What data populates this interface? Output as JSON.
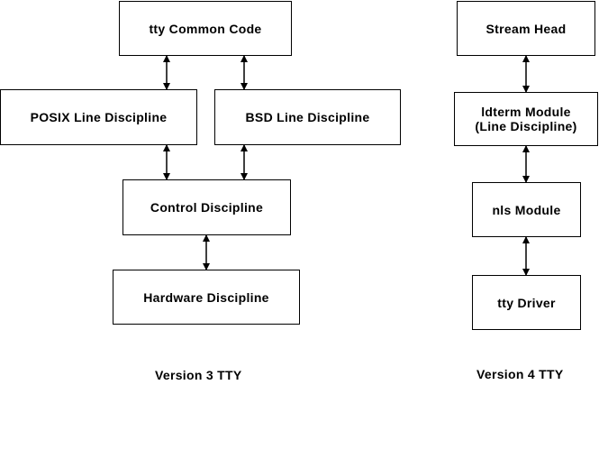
{
  "v3": {
    "tty_common_code": "tty Common Code",
    "posix_line_discipline": "POSIX Line Discipline",
    "bsd_line_discipline": "BSD Line Discipline",
    "control_discipline": "Control Discipline",
    "hardware_discipline": "Hardware Discipline",
    "caption": "Version 3 TTY"
  },
  "v4": {
    "stream_head": "Stream Head",
    "ldterm_module_line1": "ldterm Module",
    "ldterm_module_line2": "(Line Discipline)",
    "nls_module": "nls Module",
    "tty_driver": "tty Driver",
    "caption": "Version 4 TTY"
  },
  "colors": {
    "stroke": "#000000",
    "background": "#ffffff"
  }
}
